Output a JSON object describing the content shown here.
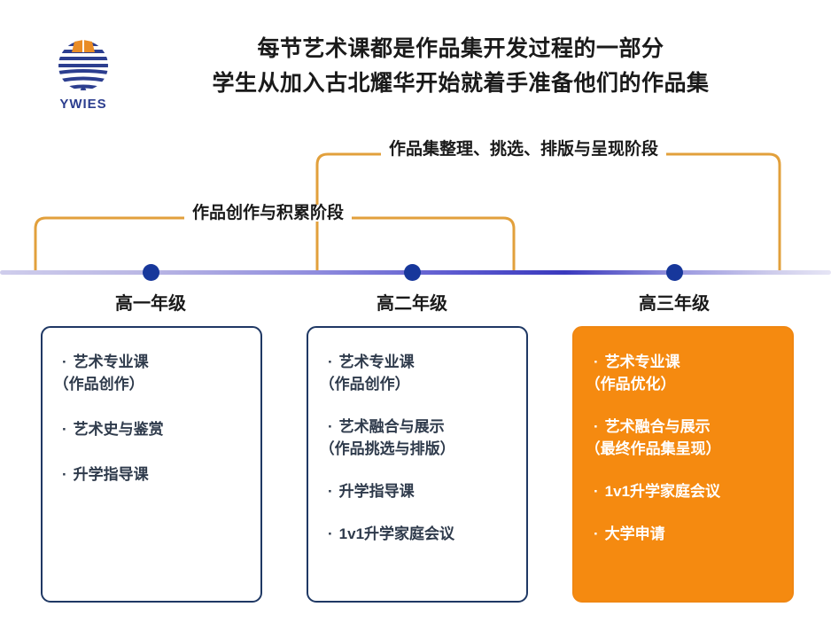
{
  "header": {
    "logo": {
      "wordmark": "YWIES",
      "icon_name": "ywies-globe-book-logo"
    },
    "title_line_1": "每节艺术课都是作品集开发过程的一部分",
    "title_line_2": "学生从加入古北耀华开始就着手准备他们的作品集"
  },
  "phases": {
    "upper_label": "作品集整理、挑选、排版与呈现阶段",
    "lower_label": "作品创作与积累阶段"
  },
  "timeline": {
    "grades": [
      {
        "label": "高一年级"
      },
      {
        "label": "高二年级"
      },
      {
        "label": "高三年级"
      }
    ]
  },
  "cards": [
    {
      "id": "grade-1",
      "style": "outline",
      "items": [
        {
          "main": "艺术专业课",
          "sub": "（作品创作）"
        },
        {
          "main": "艺术史与鉴赏",
          "sub": ""
        },
        {
          "main": "升学指导课",
          "sub": ""
        }
      ]
    },
    {
      "id": "grade-2",
      "style": "outline",
      "items": [
        {
          "main": "艺术专业课",
          "sub": "（作品创作）"
        },
        {
          "main": "艺术融合与展示",
          "sub": "（作品挑选与排版）"
        },
        {
          "main": "升学指导课",
          "sub": ""
        },
        {
          "main": "1v1升学家庭会议",
          "sub": ""
        }
      ]
    },
    {
      "id": "grade-3",
      "style": "filled",
      "items": [
        {
          "main": "艺术专业课",
          "sub": "（作品优化）"
        },
        {
          "main": "艺术融合与展示",
          "sub": "（最终作品集呈现）"
        },
        {
          "main": "1v1升学家庭会议",
          "sub": ""
        },
        {
          "main": "大学申请",
          "sub": ""
        }
      ]
    }
  ],
  "colors": {
    "bracket": "#E2A03C",
    "timeline_dot": "#17379B",
    "card_border": "#1F3864",
    "card_accent_fill": "#F58A10",
    "logo_blue": "#2C3E8F",
    "logo_orange": "#E98C26"
  },
  "bullet_glyph": "·"
}
